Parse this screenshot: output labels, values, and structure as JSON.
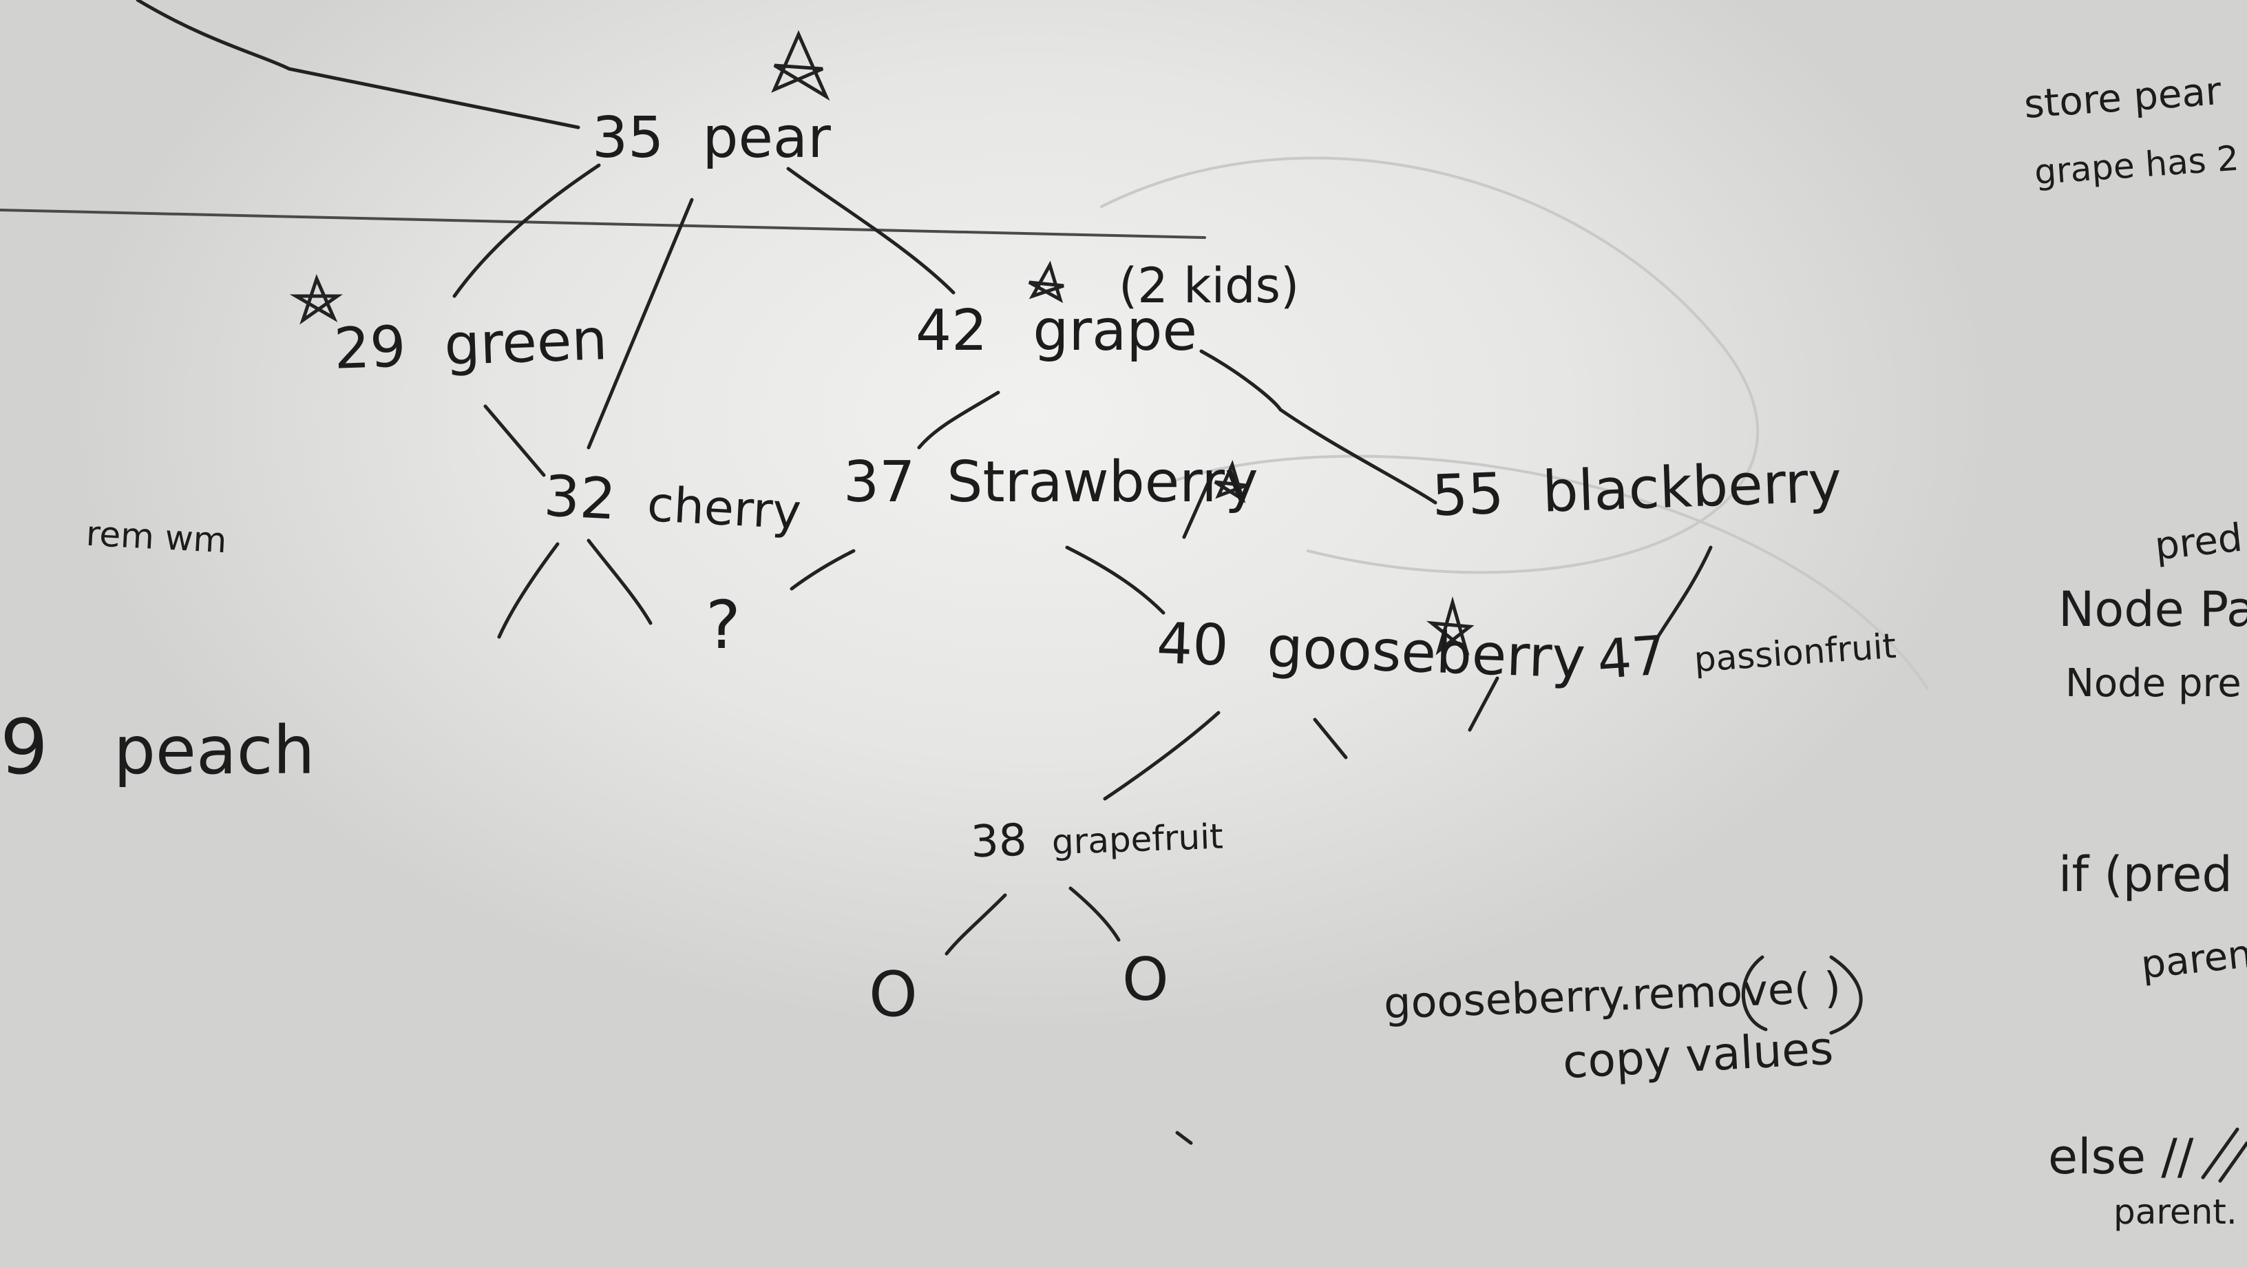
{
  "tree": {
    "root": {
      "key": "35",
      "name": "pear"
    },
    "nodes": [
      {
        "key": "29",
        "name": "green"
      },
      {
        "key": "42",
        "name": "grape",
        "note": "(2 kids)"
      },
      {
        "key": "32",
        "name": "cherry"
      },
      {
        "key": "37",
        "name": "Strawberry"
      },
      {
        "key": "55",
        "name": "blackberry"
      },
      {
        "key": "40",
        "name": "gooseberry"
      },
      {
        "key": "47",
        "name": "passionfruit"
      },
      {
        "key": "38",
        "name": "grapefruit"
      }
    ],
    "question_mark": "?",
    "leaf_marks": [
      "O",
      "O"
    ]
  },
  "notes": {
    "left_note": "rem wm",
    "peach": {
      "key": "9",
      "name": "peach"
    },
    "remove_call": "gooseberry.remove( )",
    "copy_values": "copy values",
    "right_column": [
      "store pear",
      "grape has 2",
      "pred",
      "Node Par",
      "Node pre",
      "if (pred",
      "parent",
      "else //",
      "parent."
    ]
  },
  "colors": {
    "board": "#ececea",
    "marker": "#1c1c1c"
  },
  "icons": [
    "star-icon"
  ]
}
